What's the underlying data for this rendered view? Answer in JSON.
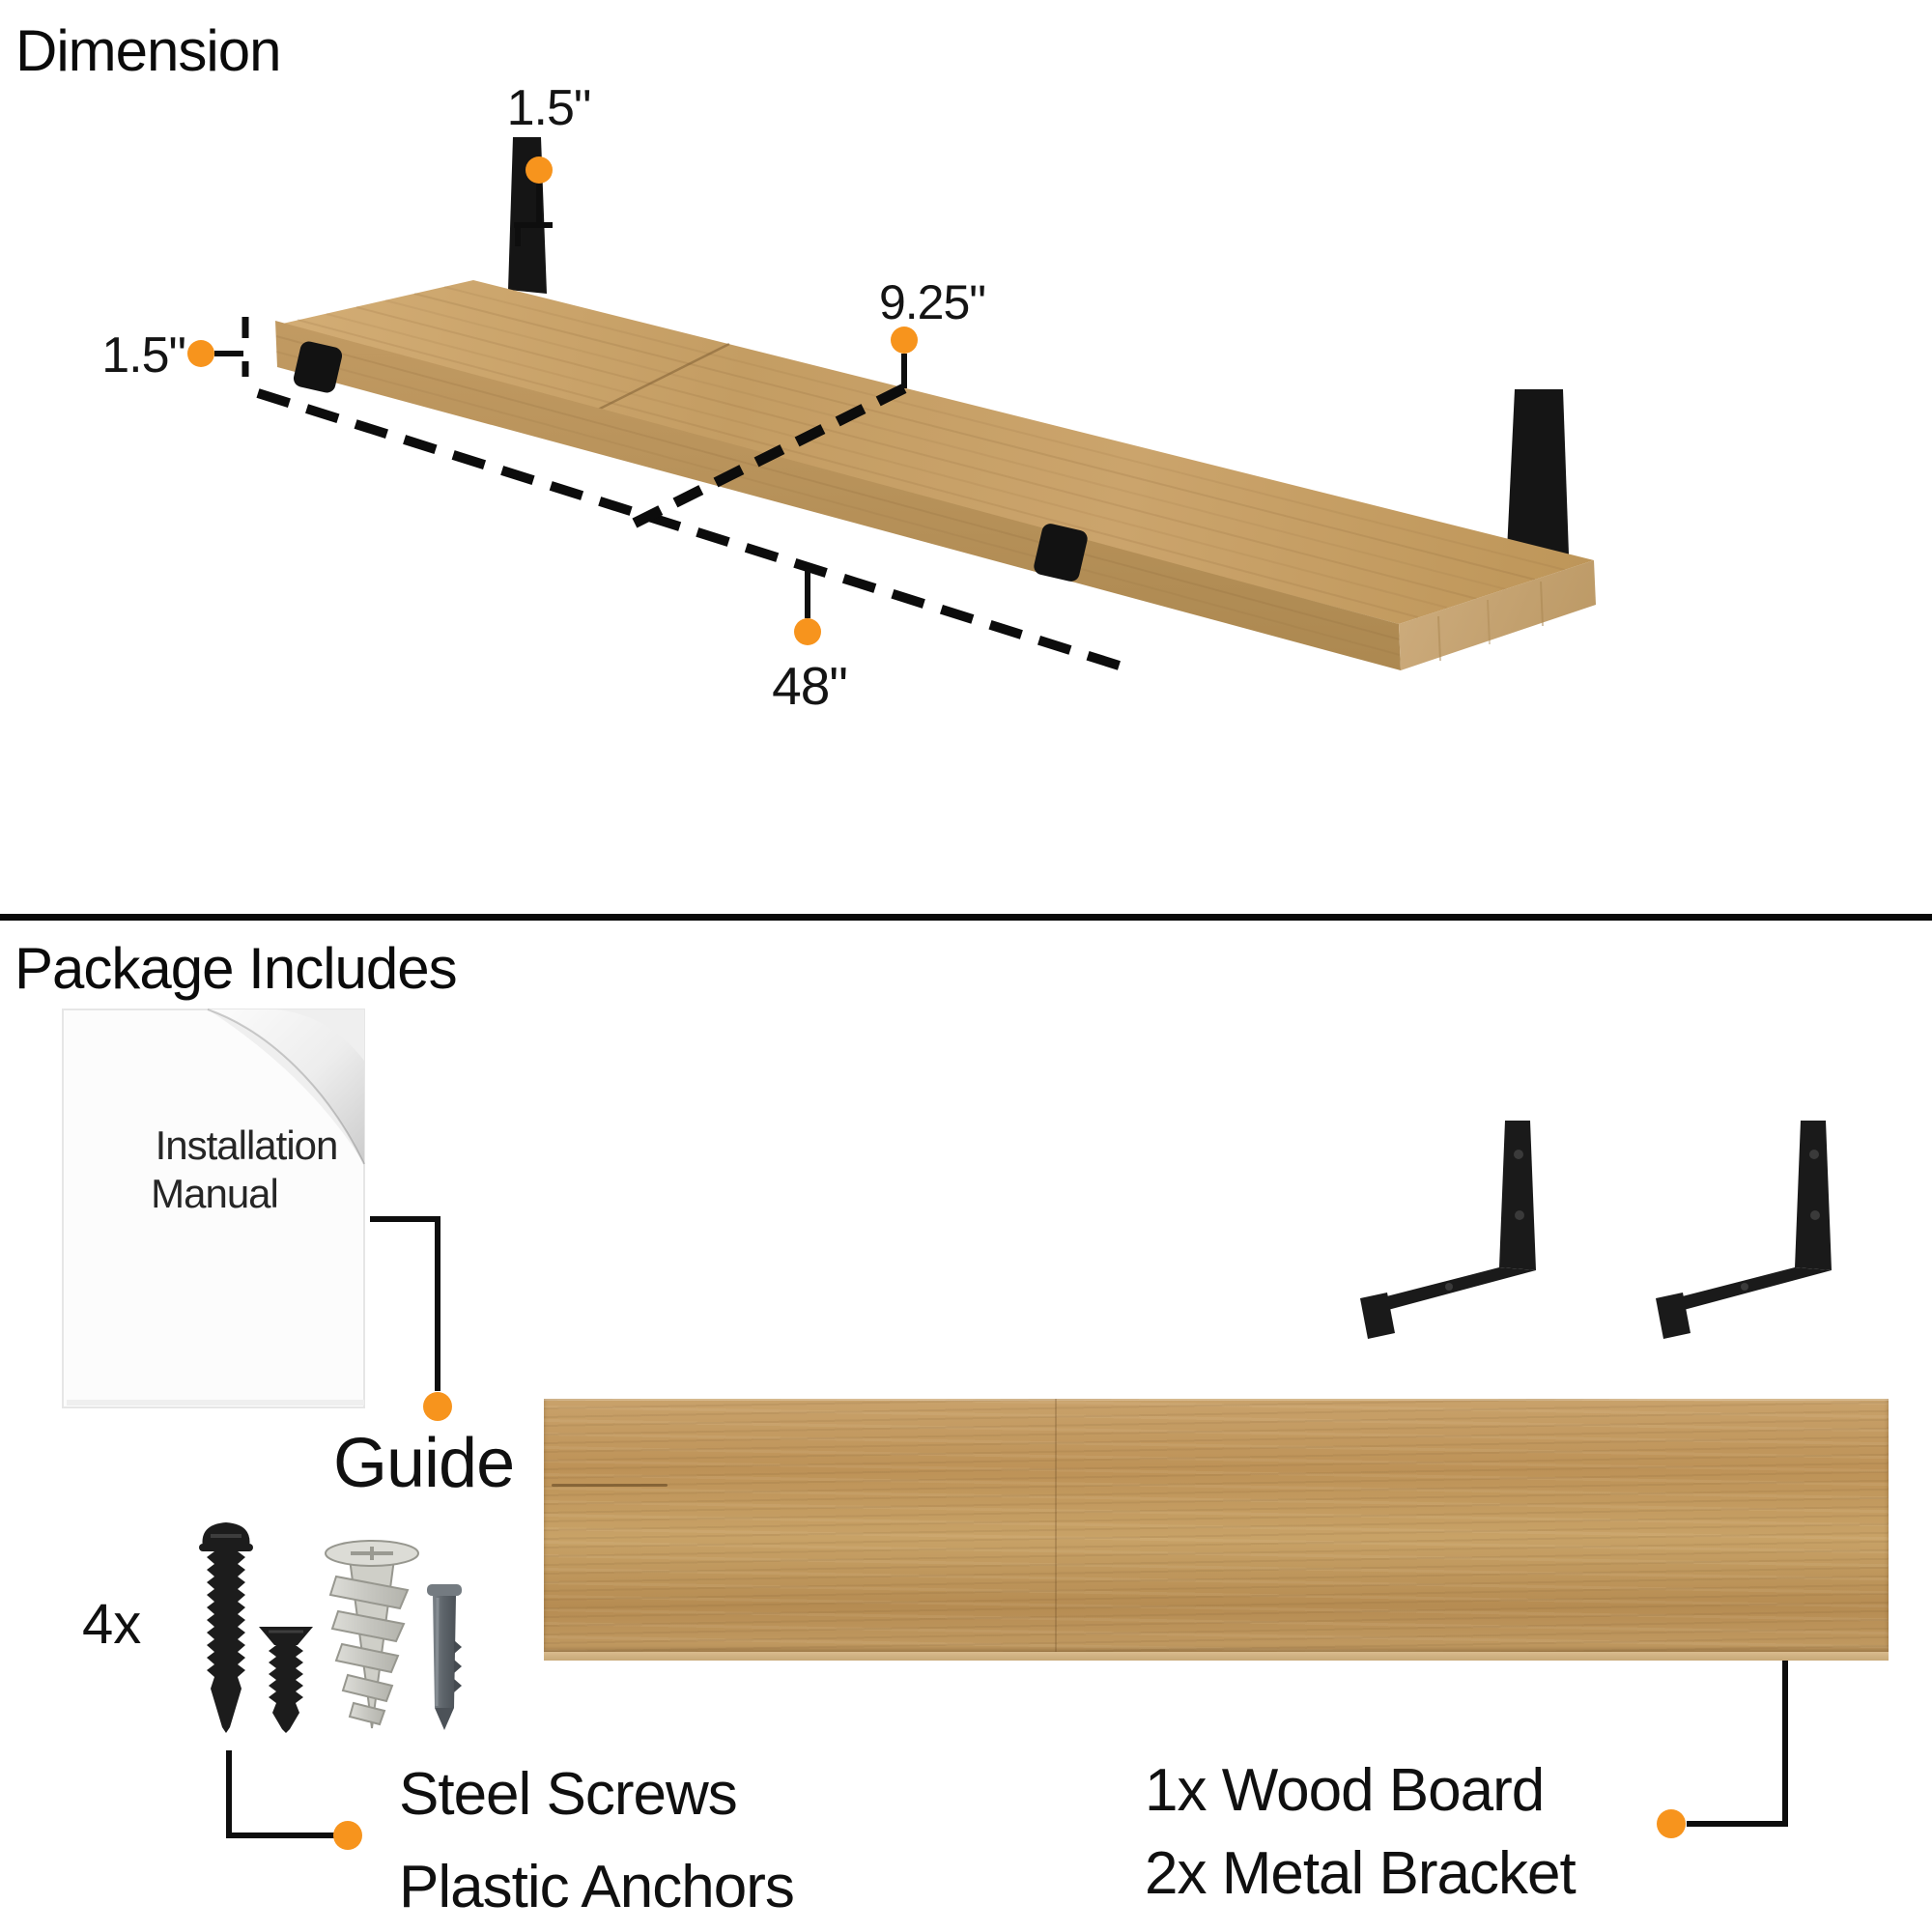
{
  "colors": {
    "accent": "#F7941D",
    "ink": "#111111",
    "wood": "#C9A26B"
  },
  "dimension": {
    "title": "Dimension",
    "bracket_width_label": "1.5\"",
    "thickness_label": "1.5\"",
    "depth_label": "9.25\"",
    "length_label": "48\""
  },
  "package": {
    "title": "Package Includes",
    "manual_title_line1": "Installation",
    "manual_title_line2": "Manual",
    "guide_label": "Guide",
    "hardware_qty": "4x",
    "hardware_line1": "Steel Screws",
    "hardware_line2": "Plastic Anchors",
    "contents_line1": "1x Wood Board",
    "contents_line2": "2x Metal Bracket"
  }
}
